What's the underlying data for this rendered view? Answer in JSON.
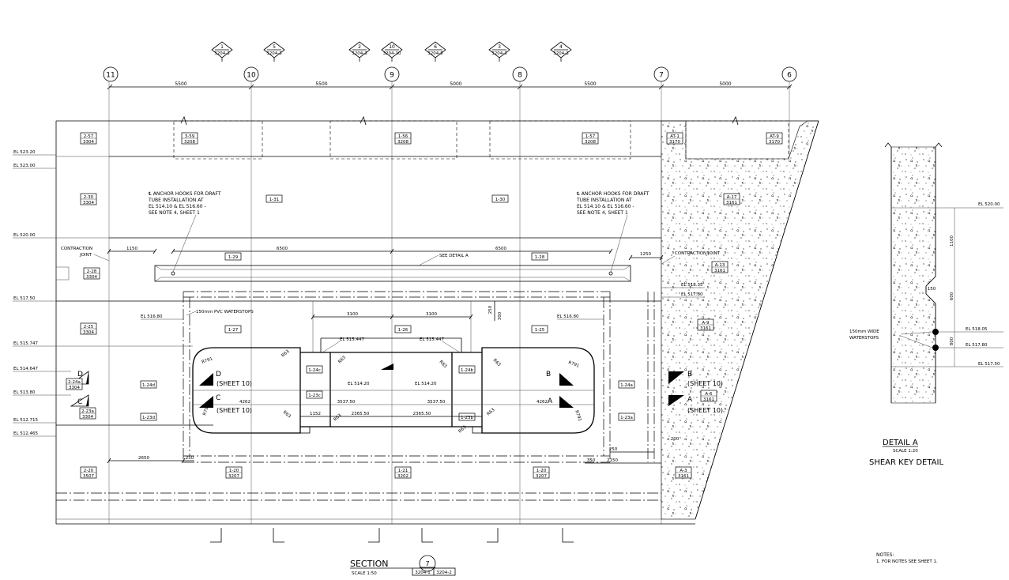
{
  "grid_bubbles": [
    {
      "label": "11"
    },
    {
      "label": "10"
    },
    {
      "label": "9"
    },
    {
      "label": "8"
    },
    {
      "label": "7"
    },
    {
      "label": "6"
    }
  ],
  "grid_dims": [
    "5500",
    "5500",
    "5000",
    "5500",
    "5000"
  ],
  "section_markers": [
    {
      "num": "1",
      "ref": "3204-3"
    },
    {
      "num": "5",
      "ref": "3204-3"
    },
    {
      "num": "2",
      "ref": "3204-3"
    },
    {
      "num": "10",
      "ref": "3204-10"
    },
    {
      "num": "6",
      "ref": "3204-5"
    },
    {
      "num": "3",
      "ref": "3204-3"
    },
    {
      "num": "4",
      "ref": "3204-3"
    }
  ],
  "elevations": [
    "EL 523.20",
    "EL 523.00",
    "EL 520.00",
    "EL 517.50",
    "EL 515.747",
    "EL 514.647",
    "EL 513.80",
    "EL 512.715",
    "EL 512.465"
  ],
  "top_tags": [
    {
      "a": "2-57",
      "b": "3304"
    },
    {
      "a": "3-59",
      "b": "3208"
    },
    {
      "a": "1-56",
      "b": "3208"
    },
    {
      "a": "1-57",
      "b": "3208"
    },
    {
      "a": "AT-1",
      "b": "3170"
    },
    {
      "a": "AT-9",
      "b": "3170"
    }
  ],
  "left_tags": [
    {
      "a": "2-30",
      "b": "3304"
    },
    {
      "a": "2-28",
      "b": "3304"
    },
    {
      "a": "2-25",
      "b": "3304"
    },
    {
      "a": "2-24a",
      "b": "3304"
    },
    {
      "a": "2-23a",
      "b": "3304"
    },
    {
      "a": "2-20",
      "b": "3507"
    }
  ],
  "right_tags": [
    {
      "a": "A-17",
      "b": "3161"
    },
    {
      "a": "A-13",
      "b": "3161"
    },
    {
      "a": "A-9",
      "b": "3161"
    },
    {
      "a": "A-6",
      "b": "3161"
    },
    {
      "a": "A-3",
      "b": "3161"
    }
  ],
  "bottom_tags": [
    {
      "a": "1-20",
      "b": "3207"
    },
    {
      "a": "1-21",
      "b": "3202"
    },
    {
      "a": "1-20",
      "b": "3207"
    }
  ],
  "pour_labels": [
    "1-31",
    "1-30",
    "1-29",
    "1-28",
    "1-27",
    "1-26",
    "1-25",
    "1-24d",
    "1-24c",
    "1-24b",
    "1-24a",
    "1-23c",
    "1-23b",
    "1-23d",
    "1-23a"
  ],
  "notes": {
    "anchor_left": [
      "℄ ANCHOR HOOKS FOR DRAFT",
      "TUBE INSTALLATION AT",
      "EL 514.10 & EL 516.60 -",
      "SEE NOTE 4, SHEET 1"
    ],
    "anchor_right": [
      "℄ ANCHOR HOOKS FOR DRAFT",
      "TUBE INSTALLATION AT",
      "EL 514.10 & EL 516.60 -",
      "SEE NOTE 4, SHEET 1"
    ],
    "contraction_left": [
      "CONTRACTION",
      "JOINT"
    ],
    "contraction_right": "CONTRACTION JOINT",
    "see_detail": "SEE DETAIL A",
    "waterstops": "150mm PVC WATERSTOPS",
    "el_516_80_left": "EL 516.80",
    "el_516_80_right": "EL 516.80",
    "el_515_447_a": "EL 515.447",
    "el_515_447_b": "EL 515.447",
    "el_514_20_a": "EL 514.20",
    "el_514_20_b": "EL 514.20",
    "el_518_35": "EL 518.35",
    "el_517_80": "EL 517.80"
  },
  "dims": {
    "d1150": "1150",
    "d6500a": "6500",
    "d6500b": "6500",
    "d1250": "1250",
    "d3100a": "3100",
    "d3100b": "3100",
    "d250v": "250",
    "d300v": "300",
    "d4262a": "4262",
    "d4262b": "4262",
    "d3537a": "3537.50",
    "d3537b": "3537.50",
    "d1152": "1152",
    "d2365a": "2365.50",
    "d2365b": "2365.50",
    "d2650": "2650",
    "d250a": "250",
    "d250b": "250",
    "d350": "350",
    "d2150": "2150",
    "d200": "200"
  },
  "radii": [
    "R791",
    "R63",
    "R63",
    "R63",
    "R63",
    "R63",
    "R63",
    "R791",
    "R791",
    "R791",
    "R63",
    "R63"
  ],
  "cuts": [
    {
      "letter": "D",
      "sheet": "(SHEET 10)"
    },
    {
      "letter": "C",
      "sheet": "(SHEET 10)"
    },
    {
      "letter": "B",
      "sheet": "(SHEET 10)"
    },
    {
      "letter": "A",
      "sheet": "(SHEET 10)"
    }
  ],
  "side_cuts": [
    "D",
    "C",
    "B",
    "A"
  ],
  "section_title": {
    "title": "SECTION",
    "scale": "SCALE 1:50",
    "num": "7",
    "ref1": "3204-1",
    "ref2": "3204-2"
  },
  "detail": {
    "title": "DETAIL A",
    "scale": "SCALE 1:20",
    "subtitle": "SHEAR KEY DETAIL",
    "waterstops": [
      "150mm WIDE",
      "WATERSTOPS"
    ],
    "elevations": [
      "EL 520.00",
      "EL 518.05",
      "EL 517.80",
      "EL 517.50"
    ],
    "dims": [
      "1100",
      "150",
      "600",
      "800"
    ]
  },
  "notes_block": {
    "title": "NOTES:",
    "line": "1.    FOR NOTES SEE SHEET 1."
  }
}
